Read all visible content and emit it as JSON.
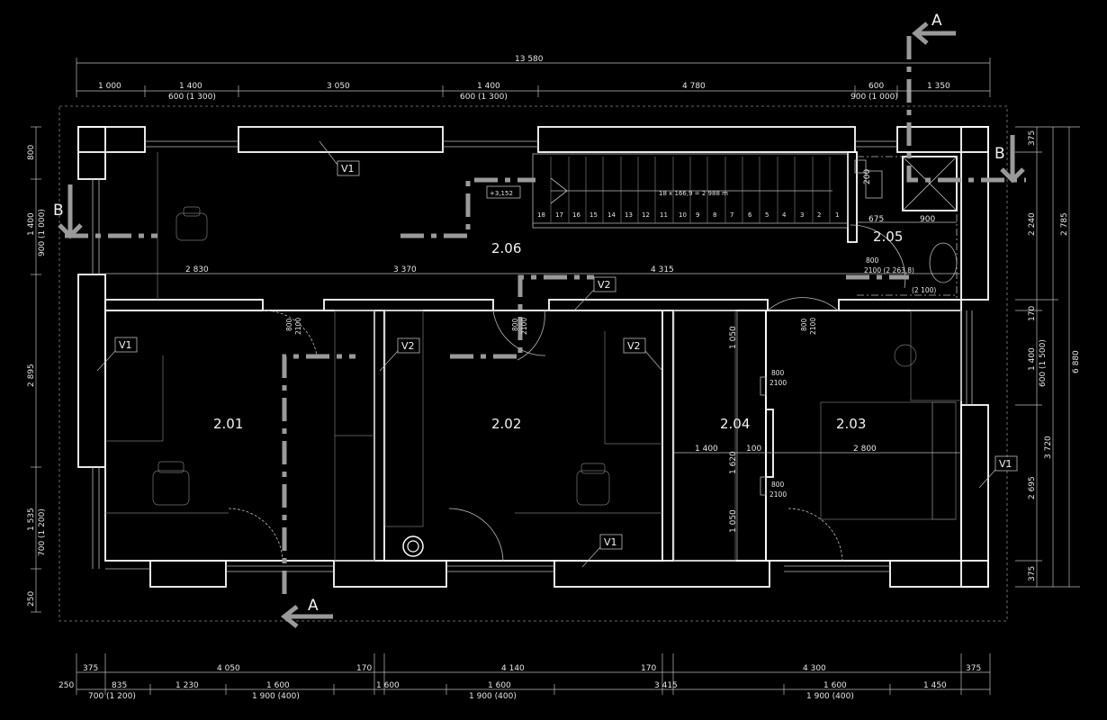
{
  "rooms": {
    "r201": "2.01",
    "r202": "2.02",
    "r203": "2.03",
    "r204": "2.04",
    "r205": "2.05",
    "r206": "2.06"
  },
  "tags": {
    "v1": "V1",
    "v2": "V2"
  },
  "level": "+3,152",
  "stair": {
    "note": "18 x 166,9 = 2 988 m",
    "steps": [
      "18",
      "17",
      "16",
      "15",
      "14",
      "13",
      "12",
      "11",
      "10",
      "9",
      "8",
      "7",
      "6",
      "5",
      "4",
      "3",
      "2",
      "1"
    ]
  },
  "section": {
    "a": "A",
    "b": "B"
  },
  "dims_top": {
    "total": "13 580",
    "row": [
      "1 000",
      "1 400",
      "3 050",
      "1 400",
      "4 780",
      "600",
      "1 350"
    ],
    "sub": [
      "600 (1 300)",
      "600 (1 300)",
      "900 (1 000)"
    ]
  },
  "dims_interior": {
    "a": "2 830",
    "b": "3 370",
    "c": "4 315",
    "d": "1 400",
    "e": "100",
    "f": "2 800",
    "g": "675",
    "h": "900",
    "i": "200",
    "j": "1 050",
    "k": "1 620",
    "l": "1 050"
  },
  "doors": {
    "w800": "800",
    "h2100": "2100",
    "bath_w": "800",
    "bath_h": "2100 (2 263,8)",
    "bath_h2": "(2 100)"
  },
  "dims_bottom": {
    "row1": [
      "375",
      "4 050",
      "170",
      "4 140",
      "170",
      "4 300",
      "375"
    ],
    "row2": [
      "250",
      "835",
      "1 230",
      "1 600",
      "1 600",
      "1 600",
      "3 415",
      "1 600",
      "1 450"
    ],
    "row3": [
      "700 (1 200)",
      "1 900 (400)",
      "1 900 (400)",
      "1 900 (400)"
    ]
  },
  "dims_left": [
    "800",
    "1 400",
    "900 (1 000)",
    "2 895",
    "1 535",
    "700 (1 200)",
    "250"
  ],
  "dims_right1": [
    "375",
    "2 240",
    "170",
    "1 400",
    "600 (1 500)",
    "3 720",
    "2 695",
    "375"
  ],
  "dims_right2": [
    "2 785",
    "6 880"
  ]
}
